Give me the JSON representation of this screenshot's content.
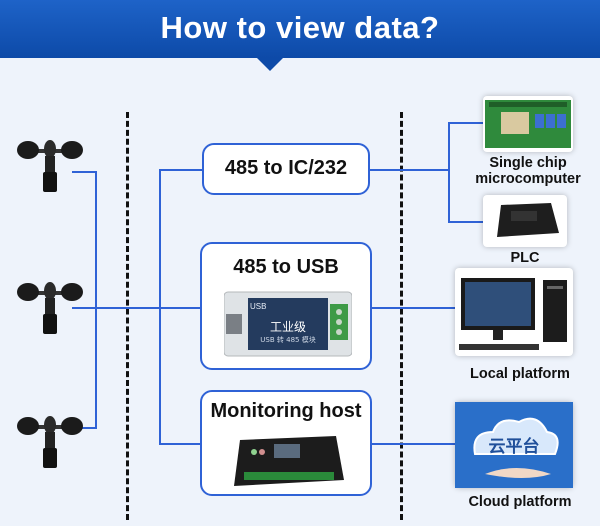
{
  "header": {
    "title": "How to view data?"
  },
  "converters": [
    {
      "label": "485 to IC/232"
    },
    {
      "label": "485 to USB",
      "device_text": "工业级",
      "device_subtext": "USB 转 485 模块",
      "device_side": "USB"
    },
    {
      "label": "Monitoring host"
    }
  ],
  "devices": [
    {
      "label_line1": "Single chip",
      "label_line2": "microcomputer"
    },
    {
      "label": "PLC"
    },
    {
      "label": "Local platform"
    },
    {
      "label": "Cloud platform",
      "cloud_text": "云平台"
    }
  ],
  "colors": {
    "banner": "#1e63c8",
    "line": "#2f62d6",
    "background": "#eef3fb"
  }
}
